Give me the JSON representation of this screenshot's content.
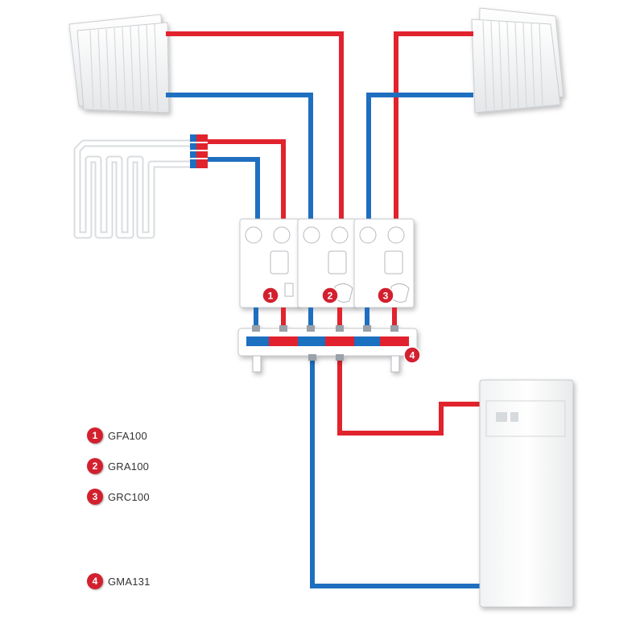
{
  "colors": {
    "supply": "#e1232d",
    "return": "#1f6fc0",
    "badge": "#d3202f"
  },
  "modules": [
    {
      "number": "1",
      "type": "GFA100"
    },
    {
      "number": "2",
      "type": "GRA100"
    },
    {
      "number": "3",
      "type": "GRC100"
    }
  ],
  "manifold": {
    "number": "4",
    "type": "GMA131"
  },
  "icons": [
    "radiator-icon",
    "underfloor-heating-icon",
    "boiler-icon"
  ]
}
